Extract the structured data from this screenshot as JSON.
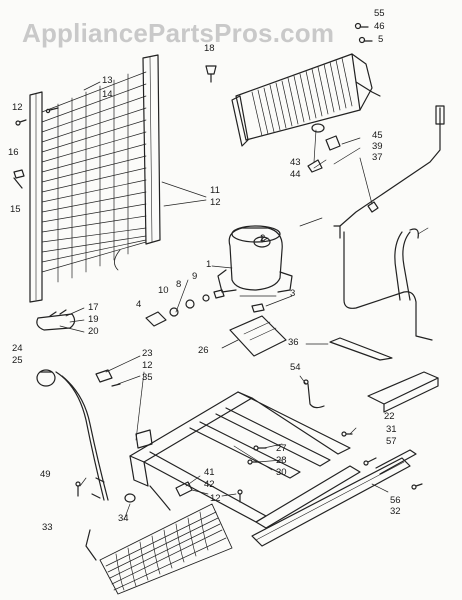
{
  "watermark": "AppliancePartsPros.com",
  "colors": {
    "ink": "#222222",
    "watermark": "#c9c9c9",
    "paper": "#fbfbf9"
  },
  "callouts": {
    "n55": "55",
    "n46": "46",
    "n5": "5",
    "n18": "18",
    "n13": "13",
    "n14": "14",
    "n12a": "12",
    "n16": "16",
    "n15": "15",
    "n11": "11",
    "n12b": "12",
    "n45": "45",
    "n39": "39",
    "n37": "37",
    "n43": "43",
    "n44": "44",
    "n1": "1",
    "n2": "2",
    "n9": "9",
    "n8": "8",
    "n10": "10",
    "n4": "4",
    "n3": "3",
    "n17": "17",
    "n19": "19",
    "n20": "20",
    "n24": "24",
    "n25": "25",
    "n23": "23",
    "n12c": "12",
    "n35": "35",
    "n26": "26",
    "n36": "36",
    "n54": "54",
    "n22": "22",
    "n31": "31",
    "n57": "57",
    "n27": "27",
    "n28": "28",
    "n30": "30",
    "n49": "49",
    "n41": "41",
    "n42": "42",
    "n12d": "12",
    "n33": "33",
    "n34": "34",
    "n56": "56",
    "n32": "32"
  }
}
